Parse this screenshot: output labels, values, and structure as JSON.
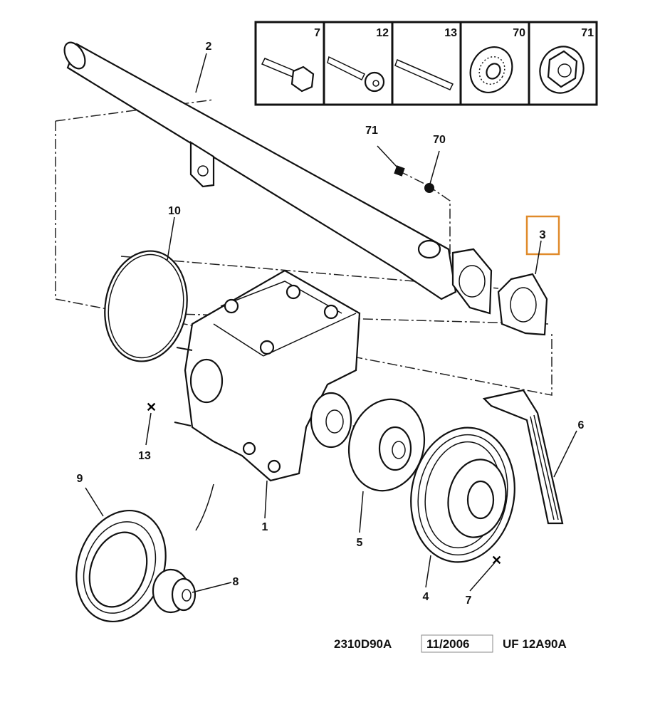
{
  "hardware_legend": [
    {
      "ref": "7",
      "icon": "hex-flange-bolt"
    },
    {
      "ref": "12",
      "icon": "torx-bolt"
    },
    {
      "ref": "13",
      "icon": "stud"
    },
    {
      "ref": "70",
      "icon": "serrated-washer"
    },
    {
      "ref": "71",
      "icon": "flange-nut"
    }
  ],
  "callouts": {
    "pipe": "2",
    "nut": "71",
    "washer": "70",
    "o_ring": "10",
    "gasket": "3",
    "belt": "6",
    "stud": "13",
    "seal": "9",
    "pump_body": "1",
    "hub": "5",
    "bearing": "8",
    "pulley": "4",
    "bolt": "7"
  },
  "highlight_color": "#e08a2a",
  "footer": {
    "diagram_code": "2310D90A",
    "date": "11/2006",
    "ref": "UF 12A90A"
  }
}
